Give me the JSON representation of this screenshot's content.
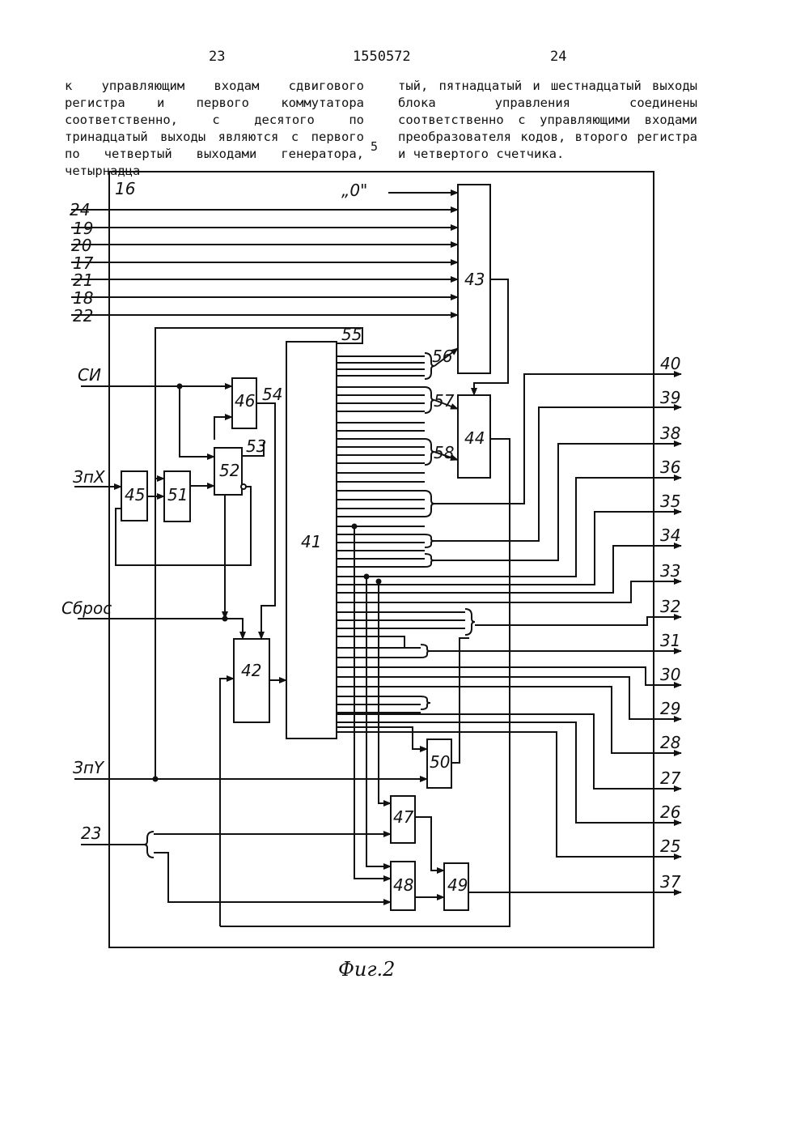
{
  "page": {
    "left_page_number": "23",
    "patent_number": "1550572",
    "right_page_number": "24",
    "line_number": "5",
    "left_column_text": "к управляющим входам сдвигового регистра и первого коммутатора соответственно, с десятого по тринадцатый выходы являются с первого по четвертый выходами генератора, четырнадца-",
    "right_column_text": "тый, пятнадцатый и шестнадцатый выходы блока управления соединены соответственно с управляющими входами преобразователя кодов, второго регистра и четвертого счетчика."
  },
  "figure": {
    "caption": "Фиг.2",
    "frame_label": "16",
    "zero_label": "„0\"",
    "left_inputs": [
      "24",
      "19",
      "20",
      "17",
      "21",
      "18",
      "22"
    ],
    "signal_labels": {
      "clock": "СИ",
      "write_x": "ЗпХ",
      "reset": "Сброс",
      "write_y": "ЗпY",
      "input_23": "23"
    },
    "blocks": [
      "43",
      "44",
      "41",
      "42",
      "45",
      "46",
      "51",
      "52",
      "47",
      "48",
      "49",
      "50"
    ],
    "internal_labels": [
      "55",
      "56",
      "57",
      "58",
      "54",
      "53"
    ],
    "outputs": [
      "40",
      "39",
      "38",
      "36",
      "35",
      "34",
      "33",
      "32",
      "31",
      "30",
      "29",
      "28",
      "27",
      "26",
      "25",
      "37"
    ]
  }
}
